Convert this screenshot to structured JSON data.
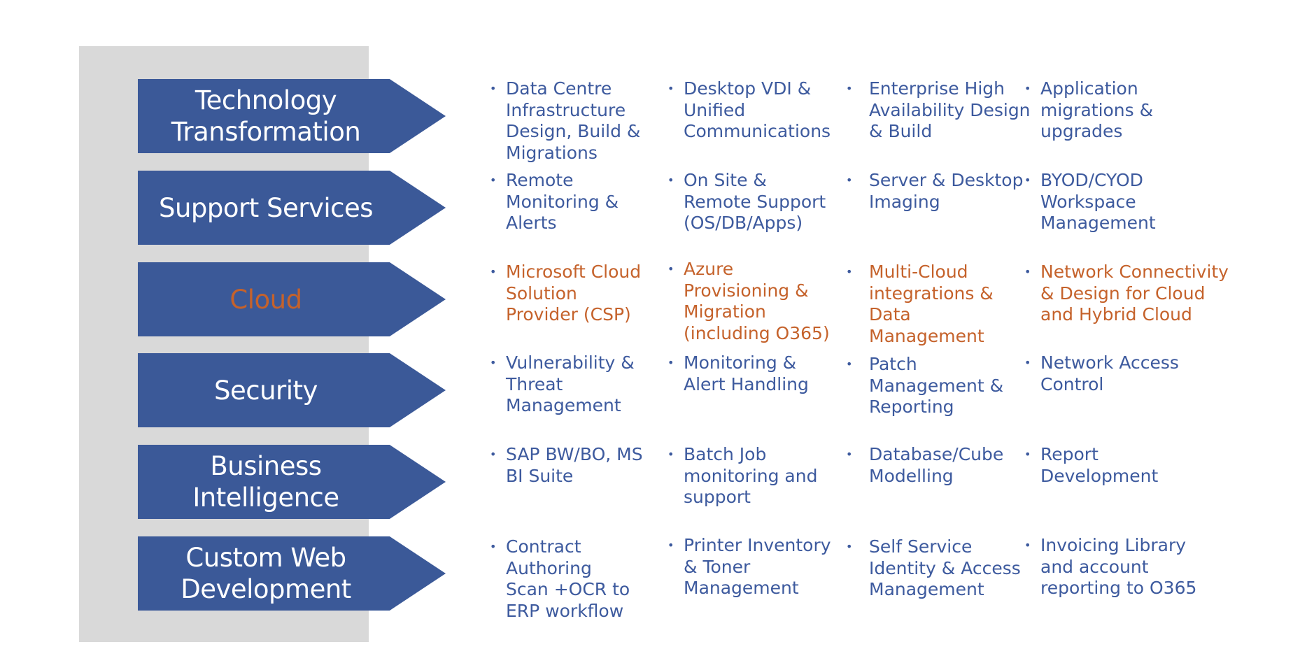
{
  "colors": {
    "arrow_fill": "#3b5998",
    "arrow_text": "#ffffff",
    "item_text": "#3d5a9e",
    "accent": "#c5622b",
    "panel": "#d9d9d9"
  },
  "bullet_glyph": "•",
  "rows": [
    {
      "title": "Technology\nTransformation",
      "accent": false,
      "items": [
        "Data Centre\nInfrastructure\nDesign, Build &\nMigrations",
        "Desktop VDI &\nUnified\nCommunications",
        "Enterprise High\nAvailability Design\n& Build",
        "Application\nmigrations &\nupgrades"
      ]
    },
    {
      "title": "Support Services",
      "accent": false,
      "items": [
        "Remote\nMonitoring &\nAlerts",
        "On Site &\nRemote Support\n(OS/DB/Apps)",
        "Server & Desktop\nImaging",
        "BYOD/CYOD\nWorkspace\nManagement"
      ]
    },
    {
      "title": "Cloud",
      "accent": true,
      "items": [
        "Microsoft Cloud\nSolution\nProvider (CSP)",
        "Azure\nProvisioning &\nMigration\n(including O365)",
        "Multi-Cloud\nintegrations &\nData\nManagement",
        "Network Connectivity\n& Design for Cloud\nand Hybrid Cloud"
      ]
    },
    {
      "title": "Security",
      "accent": false,
      "items": [
        "Vulnerability &\nThreat\nManagement",
        "Monitoring &\nAlert Handling",
        "Patch\nManagement &\nReporting",
        "Network Access\nControl"
      ]
    },
    {
      "title": "Business Intelligence",
      "accent": false,
      "items": [
        "SAP BW/BO, MS\nBI Suite",
        "Batch Job\nmonitoring and\nsupport",
        "Database/Cube\nModelling",
        "Report\nDevelopment"
      ]
    },
    {
      "title": "Custom Web\nDevelopment",
      "accent": false,
      "items": [
        "Contract\nAuthoring\nScan +OCR to\nERP workflow",
        "Printer Inventory\n& Toner\nManagement",
        "Self Service\nIdentity & Access\nManagement",
        "Invoicing Library\nand account\nreporting to O365"
      ]
    }
  ]
}
